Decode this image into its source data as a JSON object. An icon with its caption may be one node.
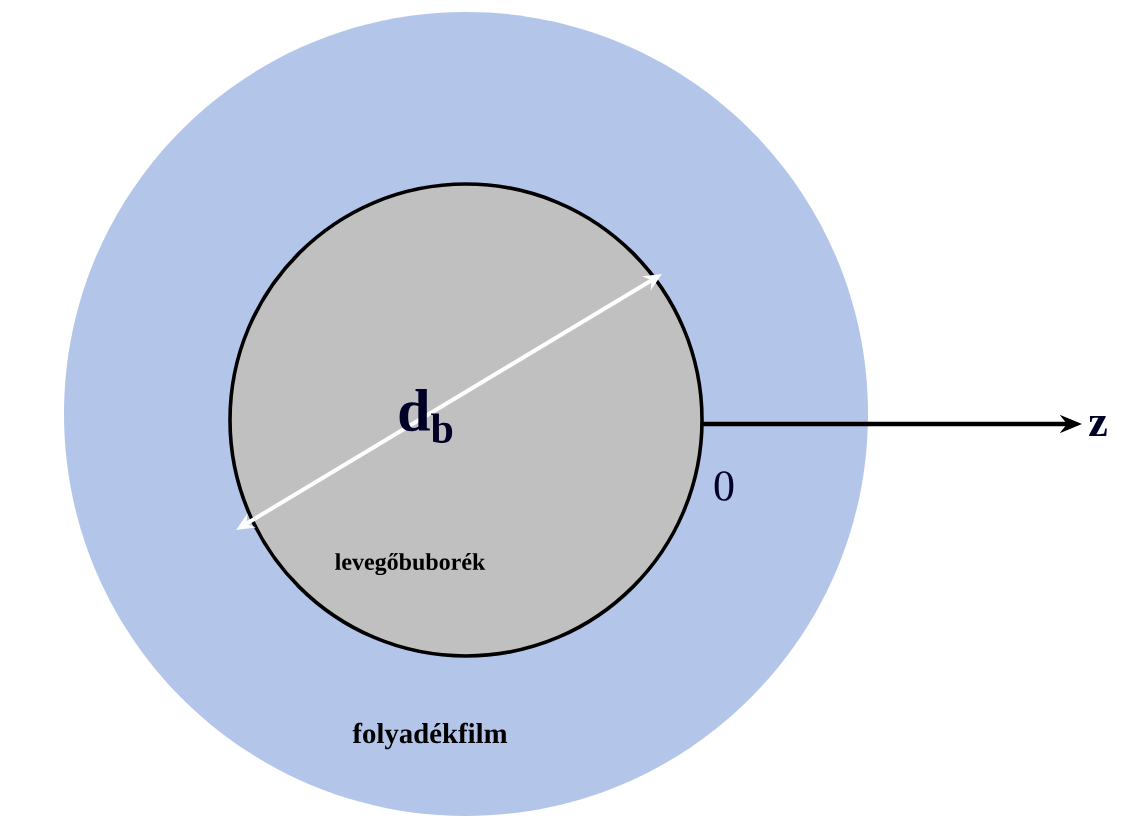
{
  "diagram": {
    "nodes": [
      {
        "text": [
          "folyadékfilm"
        ]
      },
      {
        "text": [
          "levegőbuborék"
        ],
        "in": 0
      }
    ],
    "labels": [
      "d$_{b}$",
      "z",
      "0"
    ]
  }
}
